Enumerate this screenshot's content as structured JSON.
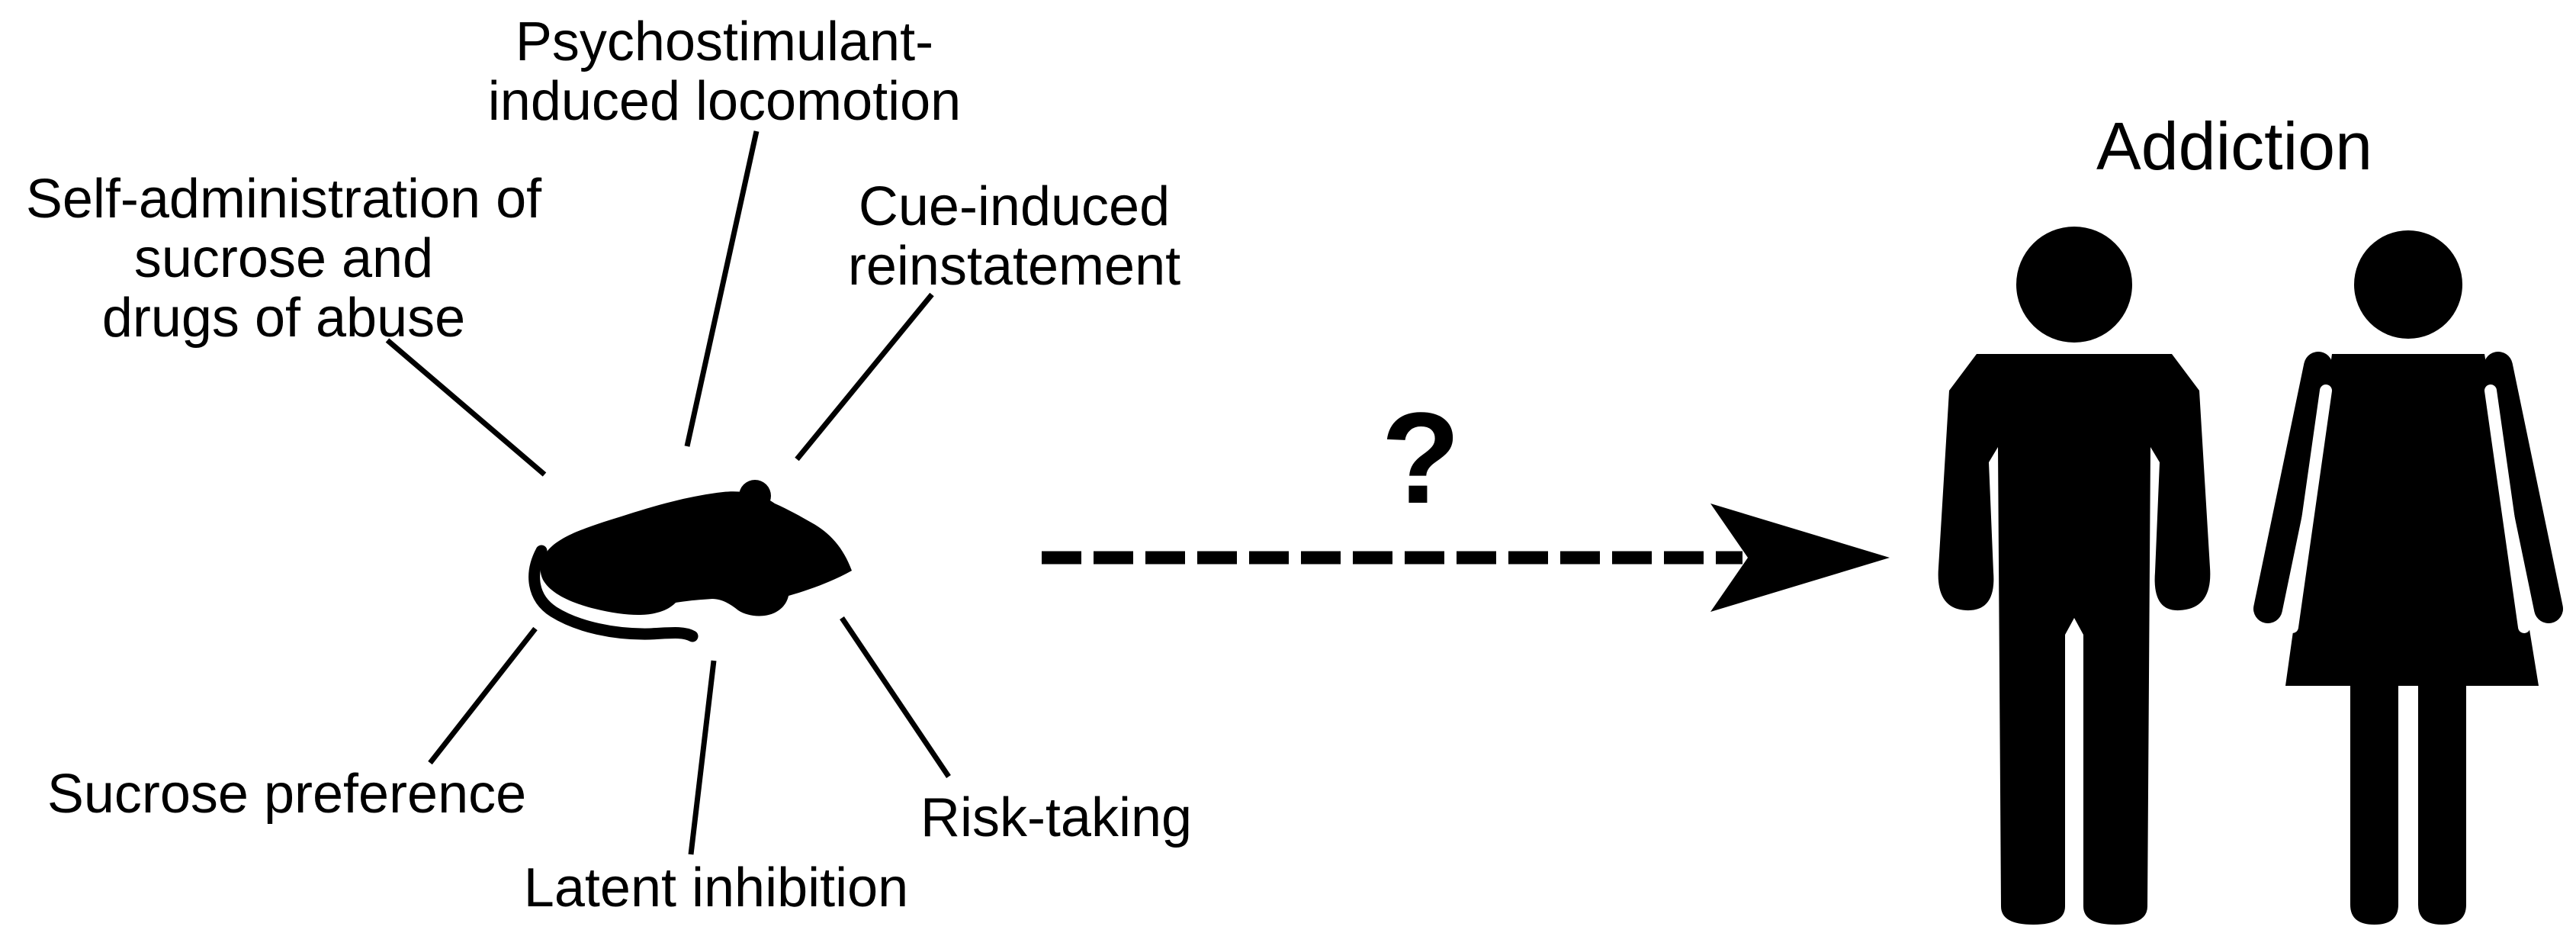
{
  "figure": {
    "colors": {
      "ink": "#000000",
      "background": "#ffffff"
    },
    "labels": {
      "psychostimulant": "Psychostimulant-\ninduced locomotion",
      "self_administration": "Self-administration of\nsucrose and\ndrugs of abuse",
      "cue_reinstatement": "Cue-induced\nreinstatement",
      "sucrose_preference": "Sucrose preference",
      "latent_inhibition": "Latent inhibition",
      "risk_taking": "Risk-taking"
    },
    "question_mark": "?",
    "human_caption": "Addiction",
    "icons": {
      "mouse": "mouse-silhouette",
      "male": "male-person-silhouette",
      "female": "female-person-silhouette",
      "arrow": "dashed-right-arrow"
    }
  }
}
